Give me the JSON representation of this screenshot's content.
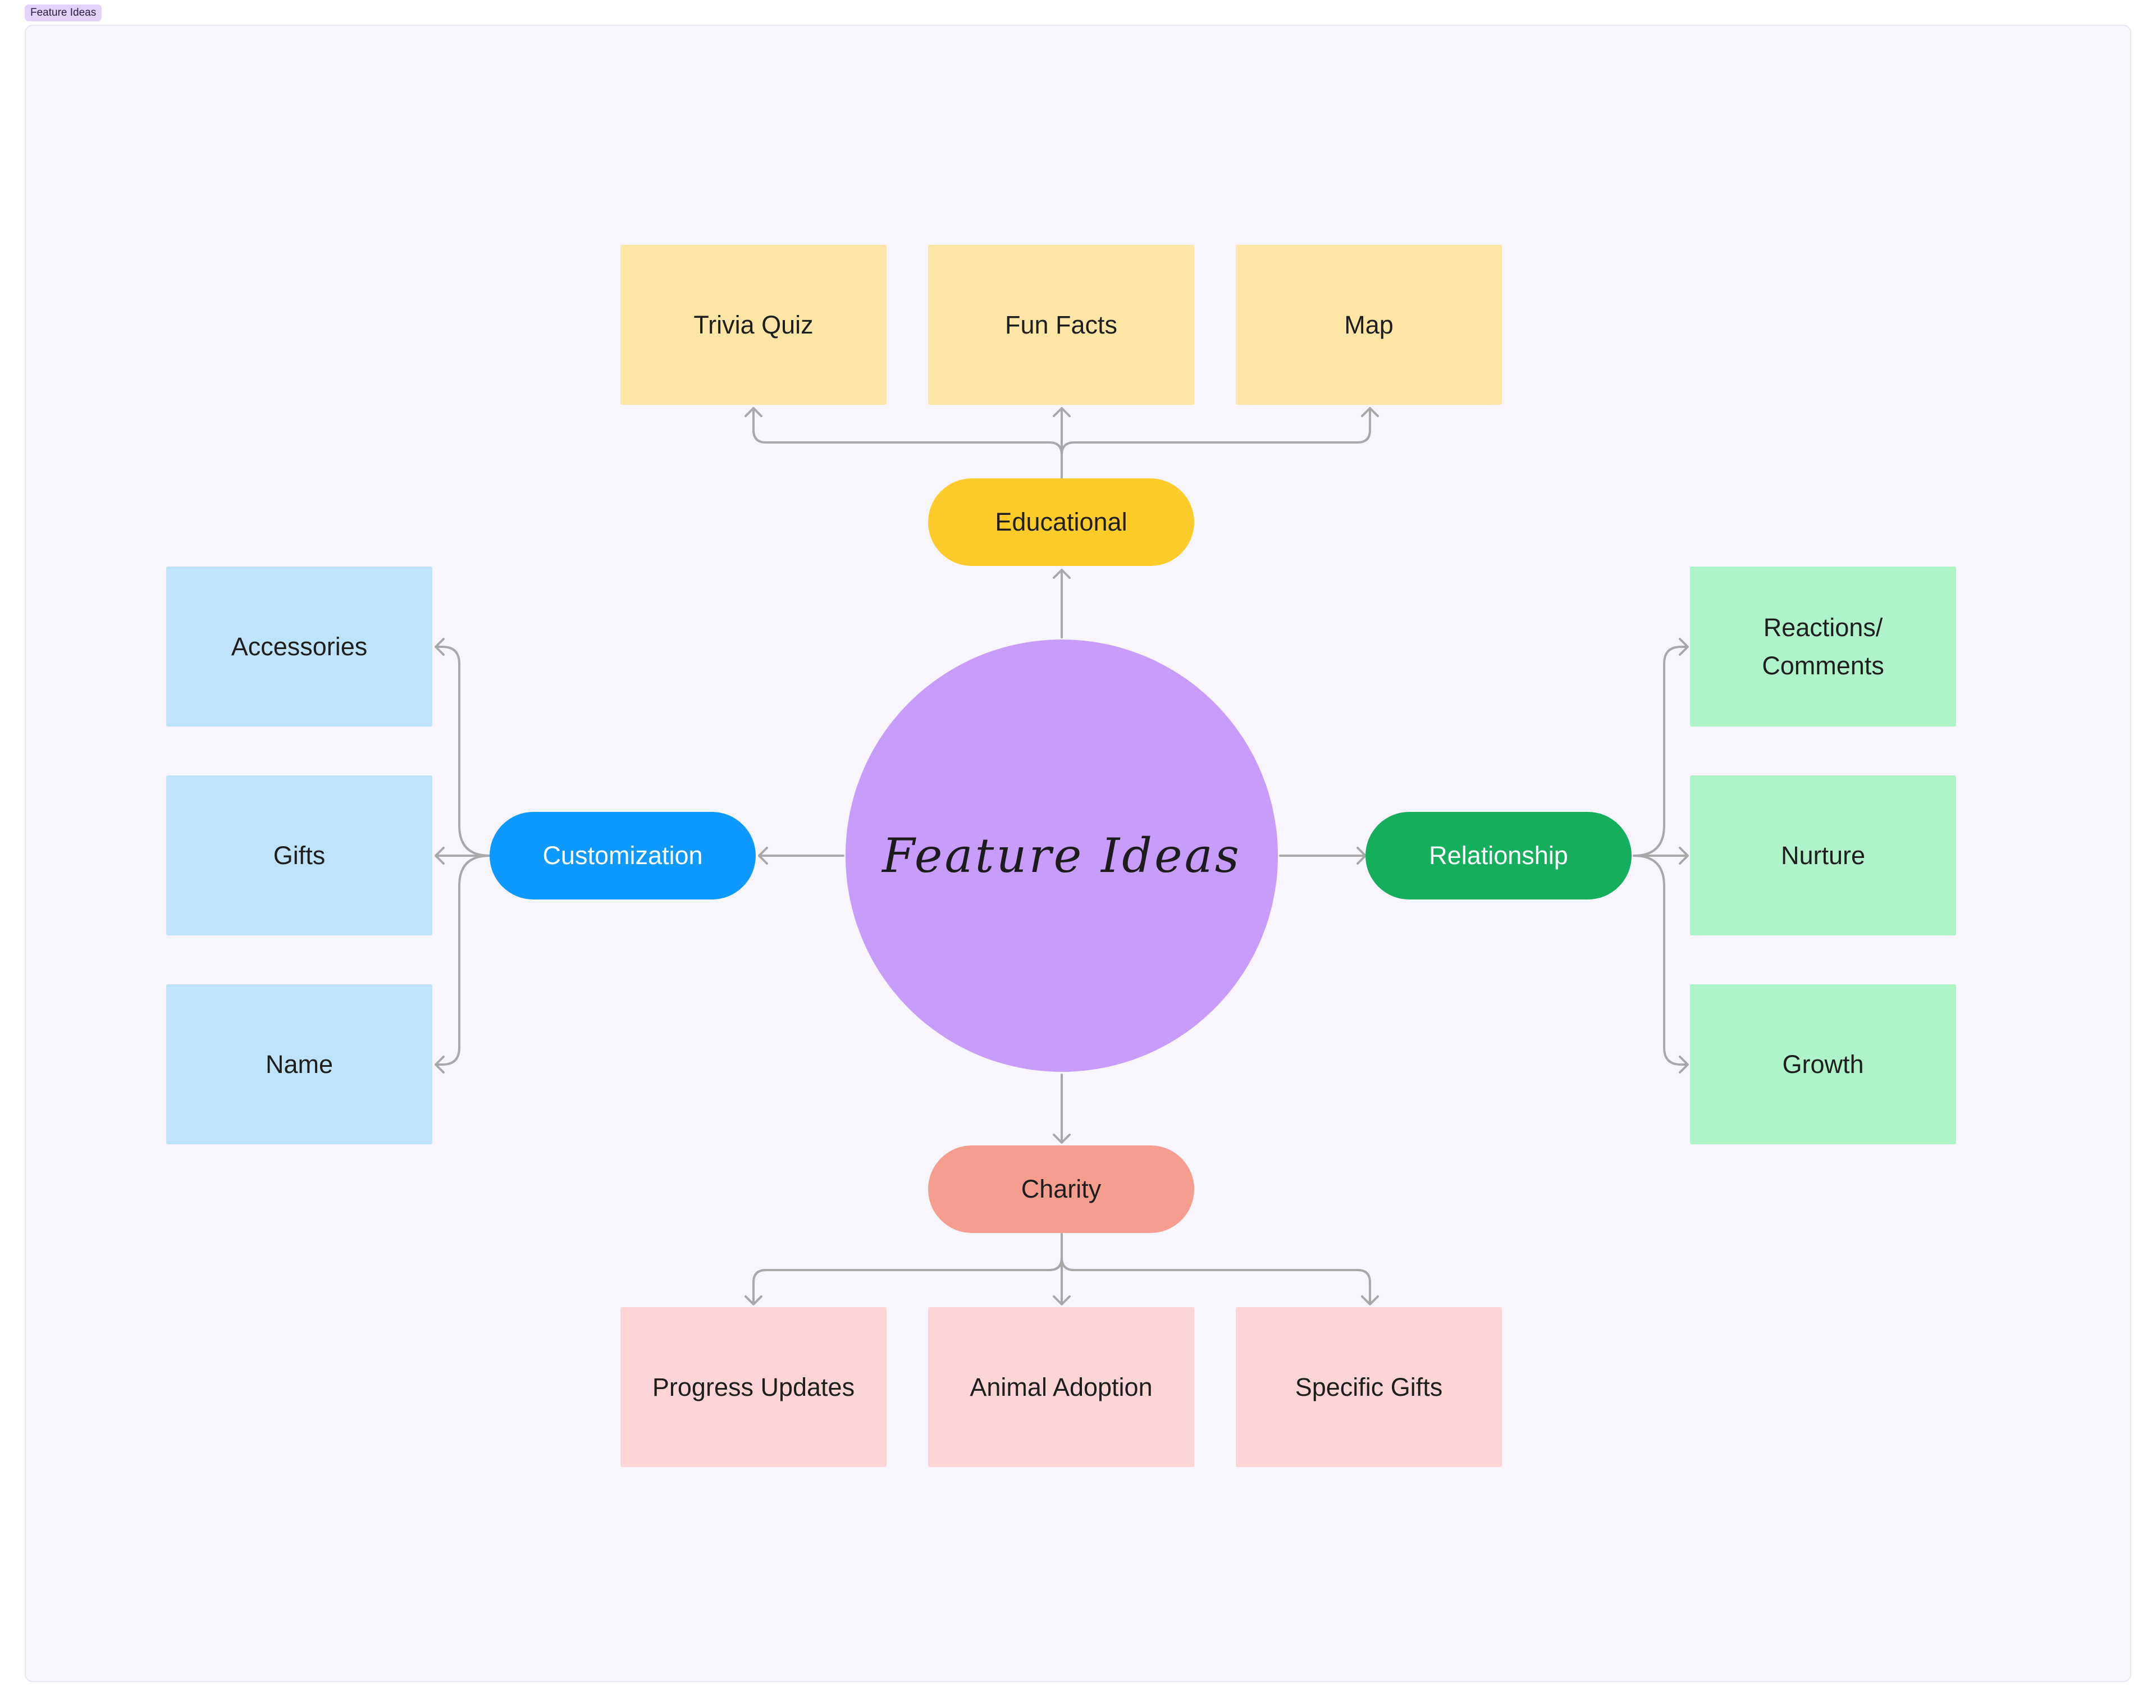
{
  "section": {
    "label": "Feature Ideas"
  },
  "center": {
    "label": "Feature Ideas"
  },
  "branches": {
    "educational": {
      "label": "Educational",
      "color": "#fdcb2a",
      "text_color": "#1e1e1e",
      "items": [
        "Trivia Quiz",
        "Fun Facts",
        "Map"
      ]
    },
    "customization": {
      "label": "Customization",
      "color": "#0d99ff",
      "text_color": "#ffffff",
      "items": [
        "Accessories",
        "Gifts",
        "Name"
      ]
    },
    "relationship": {
      "label": "Relationship",
      "color": "#14ae5c",
      "text_color": "#ffffff",
      "items": [
        "Reactions/\nComments",
        "Nurture",
        "Growth"
      ]
    },
    "charity": {
      "label": "Charity",
      "color": "#f59e90",
      "text_color": "#1e1e1e",
      "items": [
        "Progress Updates",
        "Animal Adoption",
        "Specific Gifts"
      ]
    }
  },
  "colors": {
    "center": "#c89cfb",
    "educational_sticky": "#ffe6a6",
    "customization_sticky": "#bfe3fb",
    "relationship_sticky": "#aff4c8",
    "charity_sticky": "#fdd5d7",
    "connector": "#a8a8a8"
  }
}
